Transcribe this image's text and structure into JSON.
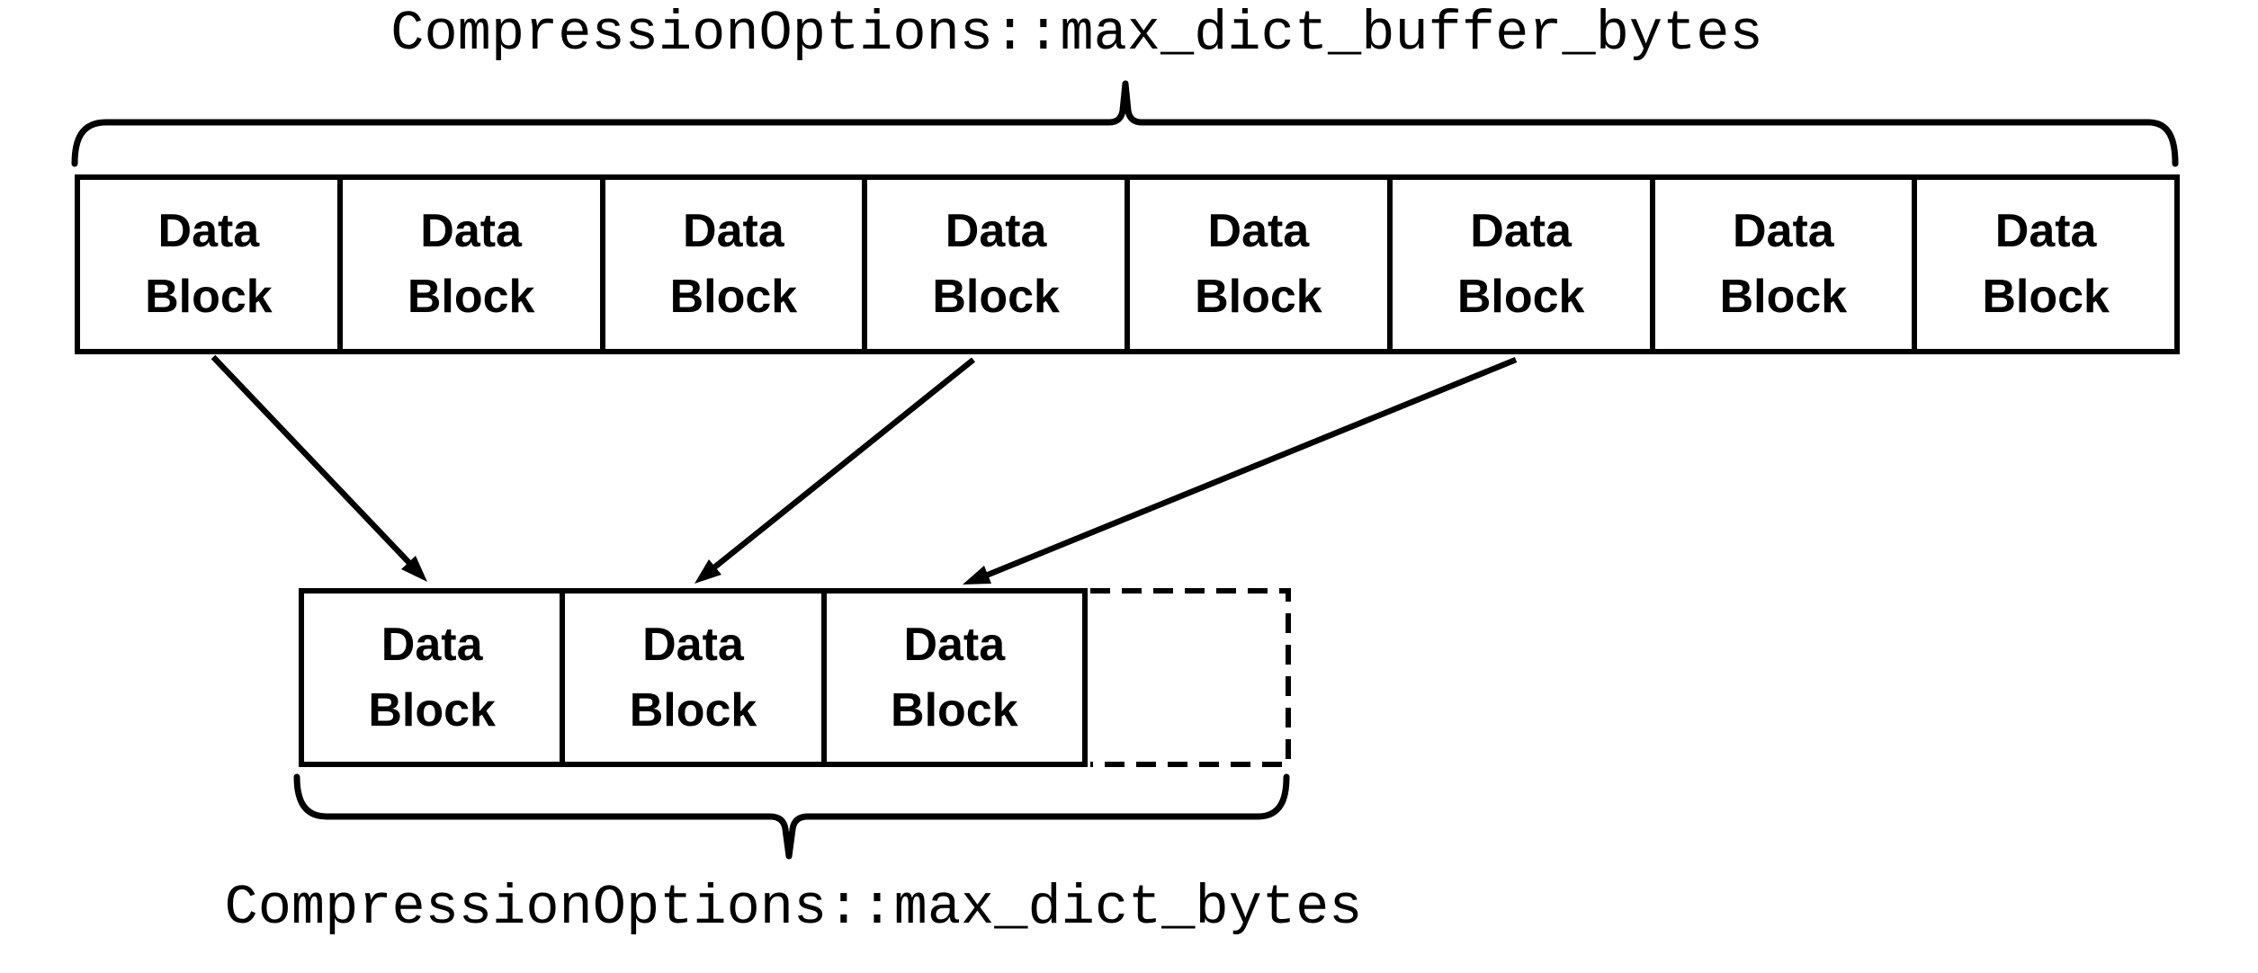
{
  "diagram": {
    "top_label": "CompressionOptions::max_dict_buffer_bytes",
    "bottom_label": "CompressionOptions::max_dict_bytes",
    "block_label": "Data Block",
    "block_label_lines": [
      "Data",
      "Block"
    ],
    "top_row": {
      "block_count": 8
    },
    "bottom_row": {
      "block_count": 3,
      "dashed_placeholder": true
    },
    "arrows": [
      {
        "from_top_block": 1,
        "to_bottom_block": 1
      },
      {
        "from_top_block": 4,
        "to_bottom_block": 2
      },
      {
        "from_top_block": 6,
        "to_bottom_block": 3
      }
    ],
    "colors": {
      "stroke": "#000000",
      "background": "#ffffff",
      "text": "#000000"
    }
  }
}
